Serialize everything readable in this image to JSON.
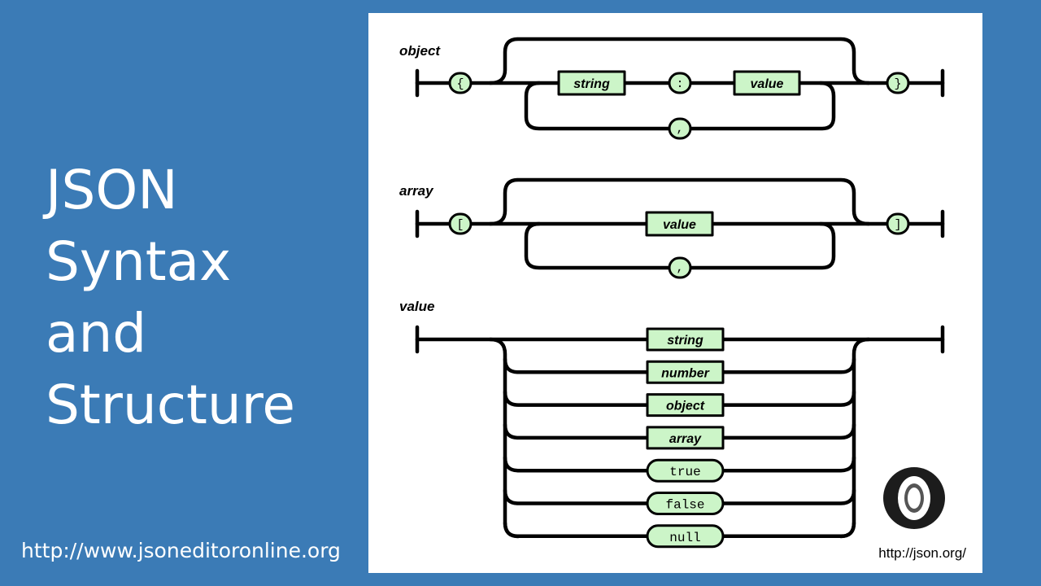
{
  "slide": {
    "title_lines": [
      "JSON",
      "Syntax",
      "and",
      "Structure"
    ],
    "footer_link": "http://www.jsoneditoronline.org"
  },
  "diagram": {
    "source_link": "http://json.org/",
    "logo_icon": "json-logo-icon",
    "colors": {
      "box_fill": "#ccf5c8",
      "line": "#000000",
      "background": "#3b7bb6"
    },
    "object_rule": {
      "label": "object",
      "open": "{",
      "close": "}",
      "key_term": "string",
      "colon": ":",
      "value_term": "value",
      "separator": ","
    },
    "array_rule": {
      "label": "array",
      "open": "[",
      "close": "]",
      "value_term": "value",
      "separator": ","
    },
    "value_rule": {
      "label": "value",
      "alternatives": [
        {
          "text": "string",
          "kind": "nonterminal"
        },
        {
          "text": "number",
          "kind": "nonterminal"
        },
        {
          "text": "object",
          "kind": "nonterminal"
        },
        {
          "text": "array",
          "kind": "nonterminal"
        },
        {
          "text": "true",
          "kind": "literal"
        },
        {
          "text": "false",
          "kind": "literal"
        },
        {
          "text": "null",
          "kind": "literal"
        }
      ]
    }
  }
}
